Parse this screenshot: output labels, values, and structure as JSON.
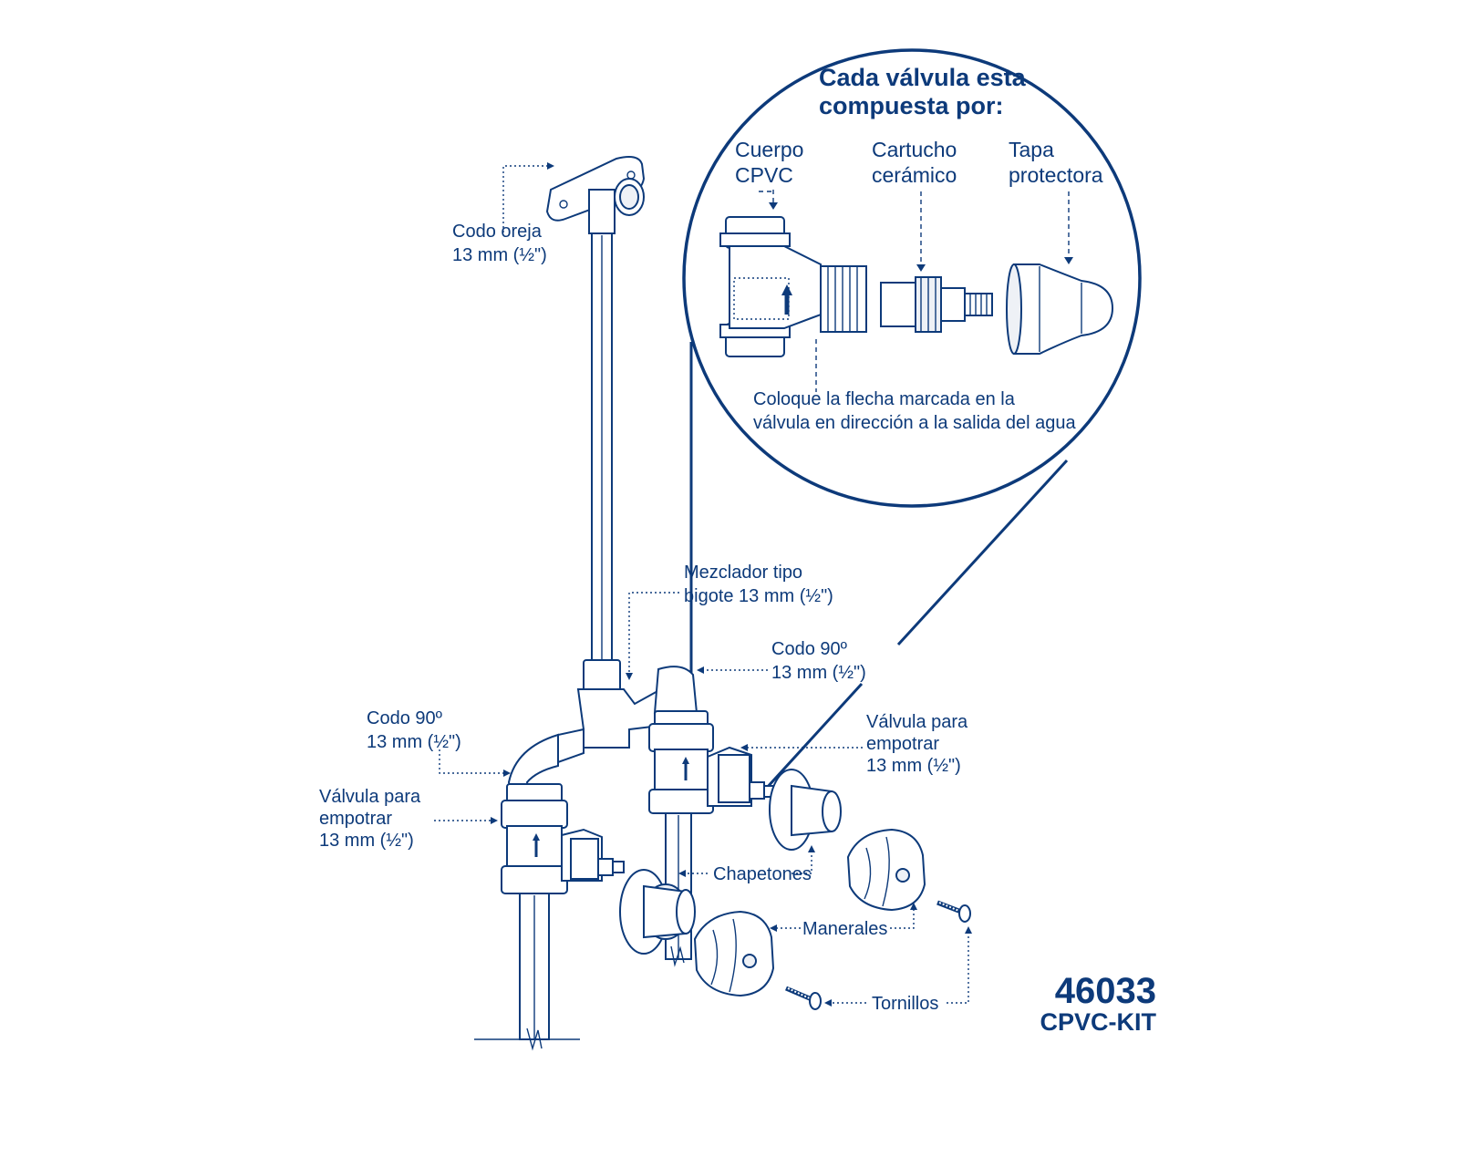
{
  "colors": {
    "ink": "#0d3a7a",
    "background": "#ffffff"
  },
  "inset": {
    "title_line1": "Cada válvula esta",
    "title_line2": "compuesta por:",
    "part1_line1": "Cuerpo",
    "part1_line2": "CPVC",
    "part2_line1": "Cartucho",
    "part2_line2": "cerámico",
    "part3_line1": "Tapa",
    "part3_line2": "protectora",
    "note_line1": "Coloque la flecha marcada en la",
    "note_line2": "válvula en dirección a la salida del agua"
  },
  "labels": {
    "codo_oreja_line1": "Codo oreja",
    "codo_oreja_line2": "13 mm (½\")",
    "mezclador_line1": "Mezclador tipo",
    "mezclador_line2": "bigote 13 mm (½\")",
    "codo_right_line1": "Codo 90º",
    "codo_right_line2": "13 mm (½\")",
    "codo_left_line1": "Codo 90º",
    "codo_left_line2": "13 mm (½\")",
    "valvula_right_line1": "Válvula para",
    "valvula_right_line2": "empotrar",
    "valvula_right_line3": "13 mm (½\")",
    "valvula_left_line1": "Válvula para",
    "valvula_left_line2": "empotrar",
    "valvula_left_line3": "13 mm (½\")",
    "chapetones": "Chapetones",
    "manerales": "Manerales",
    "tornillos": "Tornillos"
  },
  "product": {
    "code": "46033",
    "name": "CPVC-KIT"
  }
}
